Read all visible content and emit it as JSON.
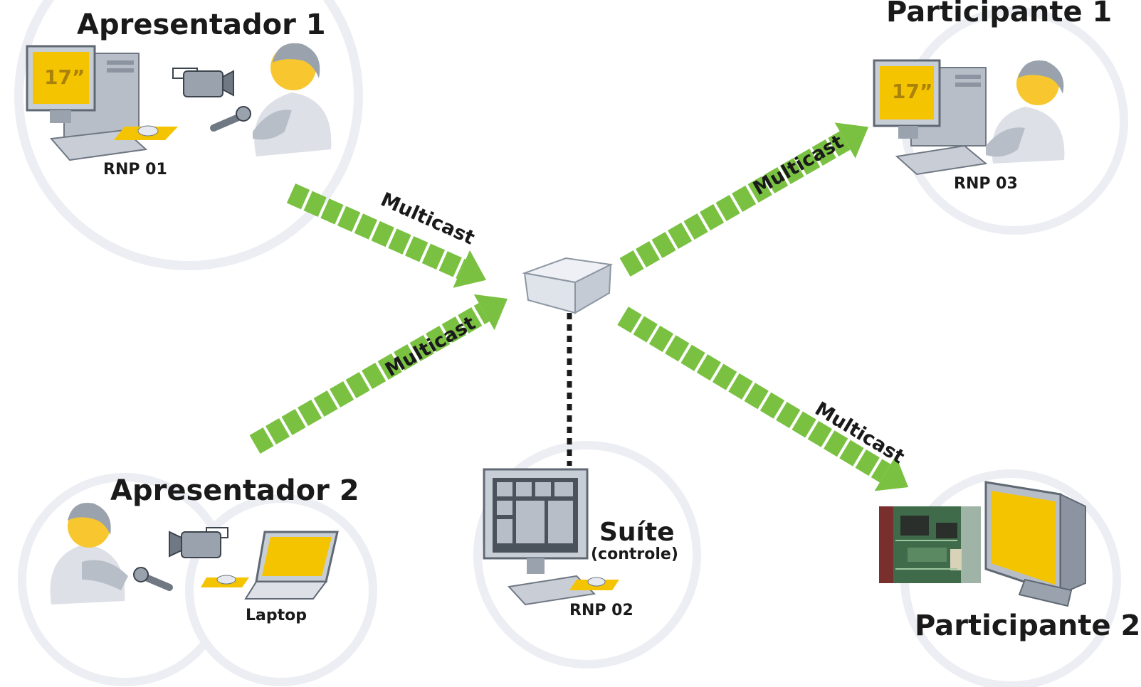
{
  "nodes": {
    "apresentador1": {
      "title": "Apresentador 1",
      "machine": "RNP 01",
      "monitor_size": "17”"
    },
    "participante1": {
      "title": "Participante 1",
      "machine": "RNP 03",
      "monitor_size": "17”"
    },
    "apresentador2": {
      "title": "Apresentador 2",
      "device": "Laptop"
    },
    "suite": {
      "title": "Suíte",
      "subtitle": "(controle)",
      "machine": "RNP 02"
    },
    "participante2": {
      "title": "Participante 2"
    }
  },
  "links": {
    "a1_to_router": "Multicast",
    "a2_to_router": "Multicast",
    "router_to_p1": "Multicast",
    "router_to_p2": "Multicast"
  },
  "colors": {
    "arrow_green": "#7ac142",
    "monitor_yellow": "#f5c400",
    "halo": "#e3e5ec",
    "gray": "#9aa3ad"
  }
}
